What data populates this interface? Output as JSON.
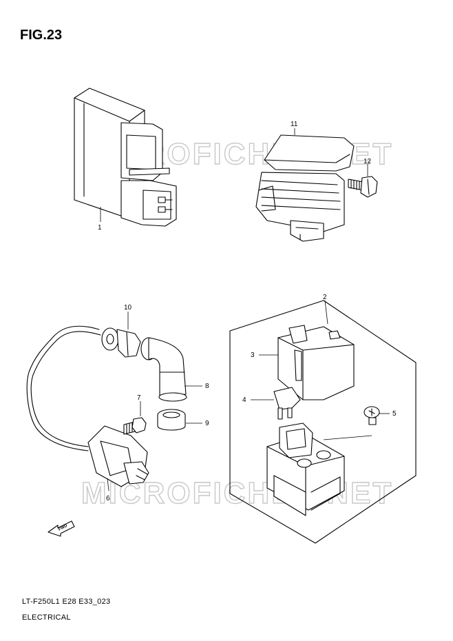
{
  "figure": {
    "title": "FIG.23",
    "code": "LT-F250L1 E28 E33_023",
    "section": "ELECTRICAL"
  },
  "watermark": "MICROFICHES.NET",
  "direction_marker": "FWD",
  "callouts": [
    "1",
    "2",
    "3",
    "4",
    "5",
    "6",
    "7",
    "8",
    "9",
    "10",
    "11",
    "12"
  ]
}
